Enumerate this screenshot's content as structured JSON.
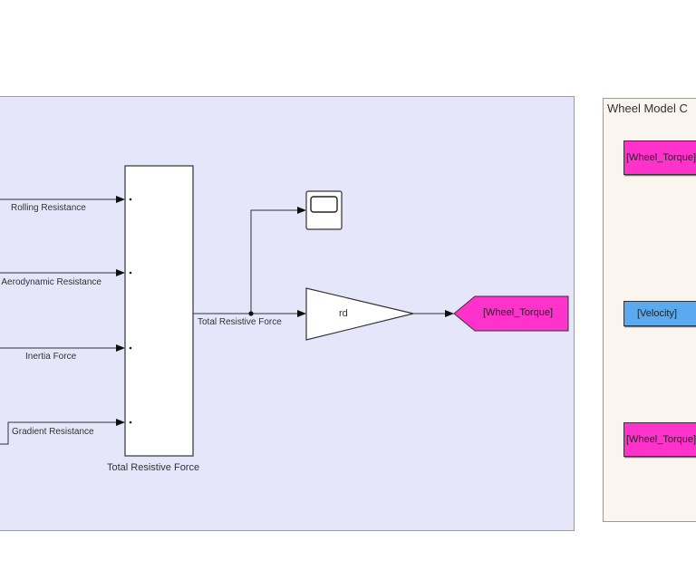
{
  "main_diagram": {
    "signals": [
      {
        "label": "Rolling Resistance"
      },
      {
        "label": "Aerodynamic Resistance"
      },
      {
        "label": "Inertia Force"
      },
      {
        "label": "Gradient Resistance"
      }
    ],
    "sum_block": {
      "label": "Total Resistive Force"
    },
    "output_signal": {
      "label": "Total Resistive Force"
    },
    "gain_block": {
      "value": "rd"
    },
    "goto_block": {
      "tag": "[Wheel_Torque]",
      "color": "#ff33cc"
    },
    "colors": {
      "background": "#e6e6fa"
    }
  },
  "side_panel": {
    "title": "Wheel Model C",
    "blocks": [
      {
        "tag": "[Wheel_Torque]",
        "color": "#ff33cc"
      },
      {
        "tag": "[Velocity]",
        "color": "#5aaaf0"
      },
      {
        "tag": "[Wheel_Torque]",
        "color": "#ff33cc"
      }
    ],
    "colors": {
      "background": "#faf5ef"
    }
  }
}
